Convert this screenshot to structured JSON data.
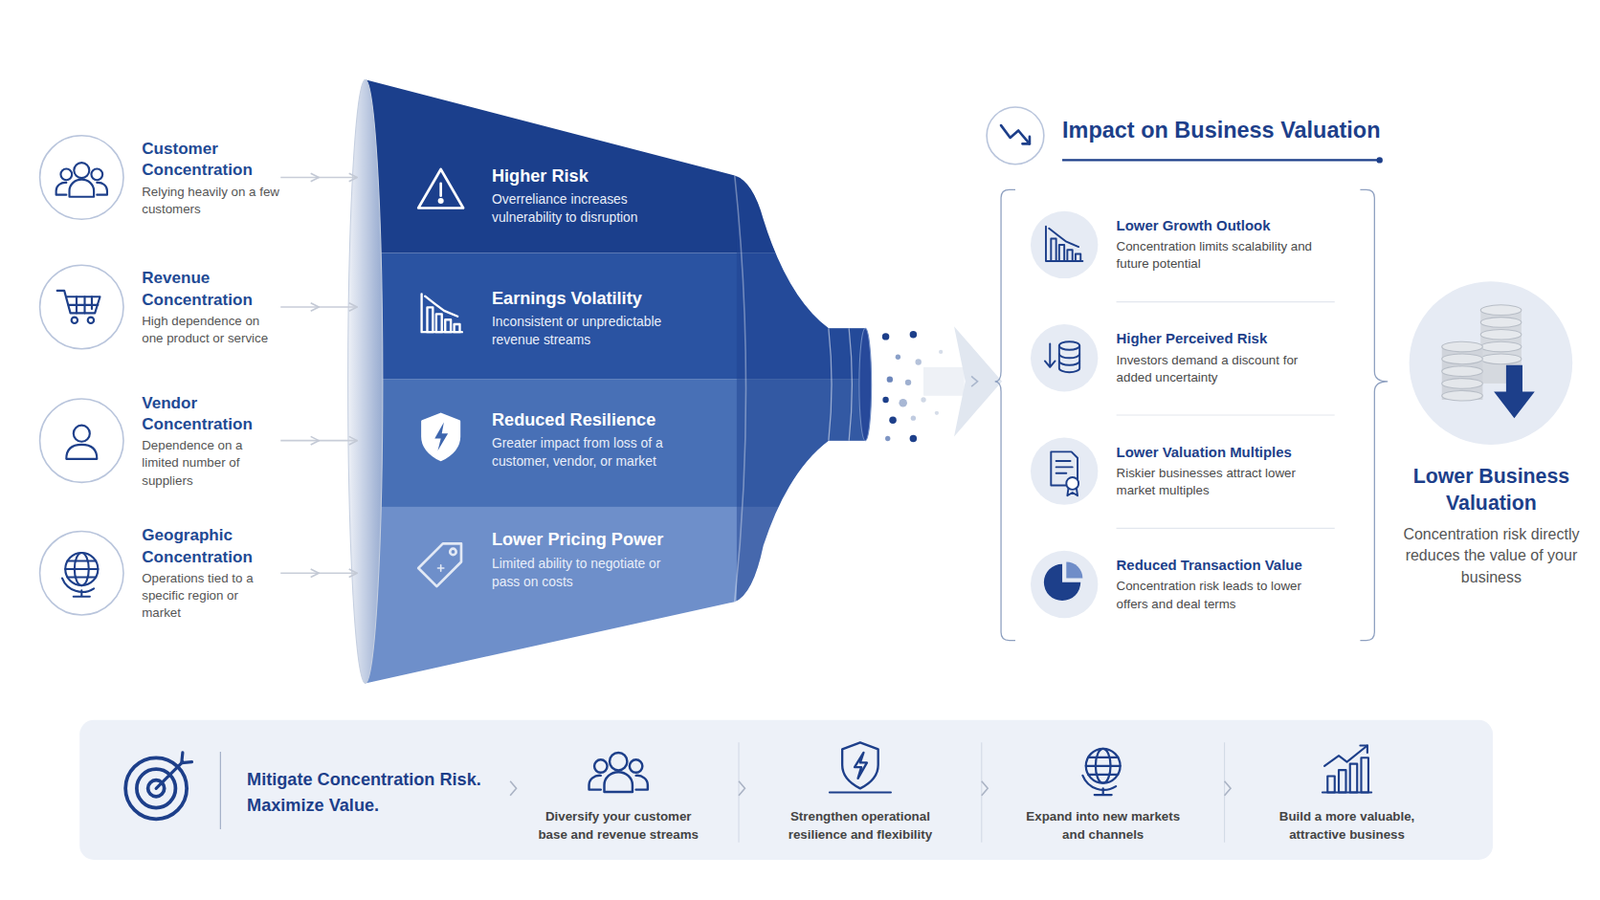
{
  "diagram": {
    "nodes": [
      {
        "text": [
          "Customer Concentration",
          "Relying heavily on a few customers"
        ]
      },
      {
        "text": [
          "Revenue Concentration",
          "High dependence on one product or service"
        ]
      },
      {
        "text": [
          "Vendor Concentration",
          "Dependence on a limited number of suppliers"
        ]
      },
      {
        "text": [
          "Geographic Concentration",
          "Operations tied to a specific region or market"
        ]
      },
      {
        "text": [
          "Higher Risk",
          "Overreliance increases vulnerability to disruption"
        ]
      },
      {
        "text": [
          "Earnings Volatility",
          "Inconsistent or unpredictable revenue streams"
        ]
      },
      {
        "text": [
          "Reduced Resilience",
          "Greater impact from loss of a customer, vendor, or market"
        ]
      },
      {
        "text": [
          "Lower Pricing Power",
          "Limited ability to negotiate or pass on costs"
        ]
      },
      {
        "text": [
          "Impact on Business Valuation"
        ]
      },
      {
        "text": [
          "Lower Growth Outlook",
          "Concentration limits scalability and future potential"
        ],
        "in": 8
      },
      {
        "text": [
          "Higher Perceived Risk",
          "Investors demand a discount for added uncertainty"
        ],
        "in": 8
      },
      {
        "text": [
          "Lower Valuation Multiples",
          "Riskier businesses attract lower market multiples"
        ],
        "in": 8
      },
      {
        "text": [
          "Reduced Transaction Value",
          "Concentration risk leads to lower offers and deal terms"
        ],
        "in": 8
      },
      {
        "text": [
          "Lower Business Valuation",
          "Concentration risk directly reduces the value of your business"
        ]
      },
      {
        "text": [
          "Mitigate Concentration Risk. Maximize Value."
        ]
      },
      {
        "text": [
          "Diversify your customer base and revenue streams"
        ],
        "in": 14
      },
      {
        "text": [
          "Strengthen operational resilience and flexibility"
        ],
        "in": 14
      },
      {
        "text": [
          "Expand into new markets and channels"
        ],
        "in": 14
      },
      {
        "text": [
          "Build a more valuable, attractive business"
        ],
        "in": 14
      }
    ],
    "edges": [
      {
        "from": 0,
        "to": 4,
        "arrow": "to"
      },
      {
        "from": 1,
        "to": 5,
        "arrow": "to"
      },
      {
        "from": 2,
        "to": 6,
        "arrow": "to"
      },
      {
        "from": 3,
        "to": 7,
        "arrow": "to"
      }
    ]
  }
}
